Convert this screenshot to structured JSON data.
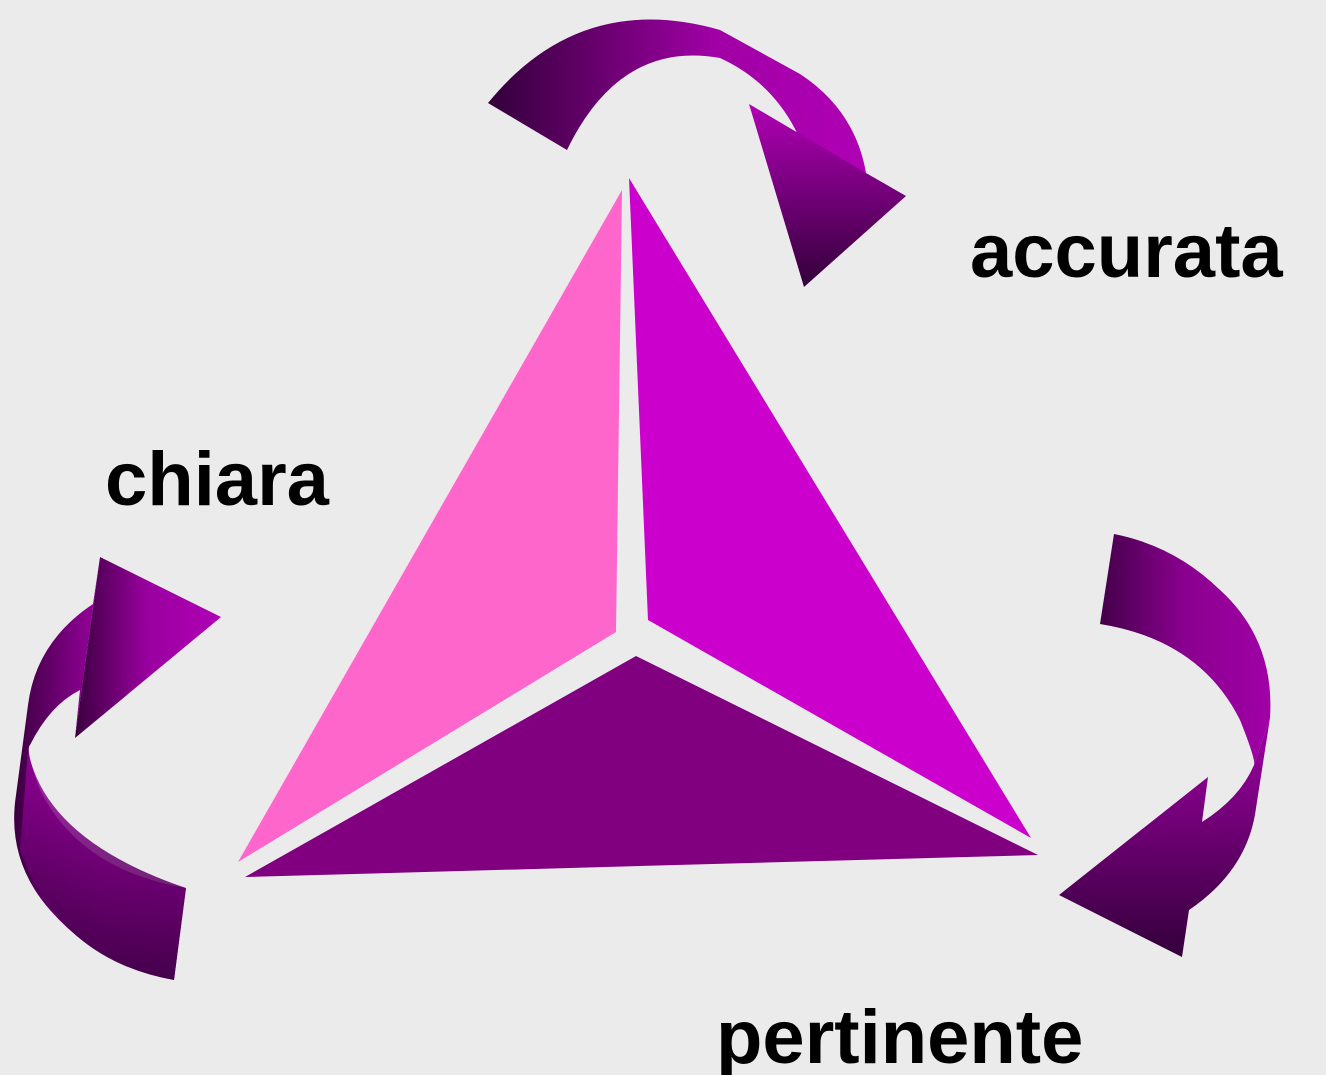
{
  "labels": {
    "accurata": "accurata",
    "chiara": "chiara",
    "pertinente": "pertinente"
  },
  "colors": {
    "background": "#ebebeb",
    "face_left": "#ff66cc",
    "face_right": "#cc00cc",
    "face_bottom": "#800080",
    "arrow_dark": "#33003a",
    "arrow_light": "#b000b5",
    "text": "#000000"
  },
  "icons": {
    "arrow_top": "curved-arrow-icon",
    "arrow_left": "curved-arrow-icon",
    "arrow_right": "curved-arrow-icon"
  }
}
